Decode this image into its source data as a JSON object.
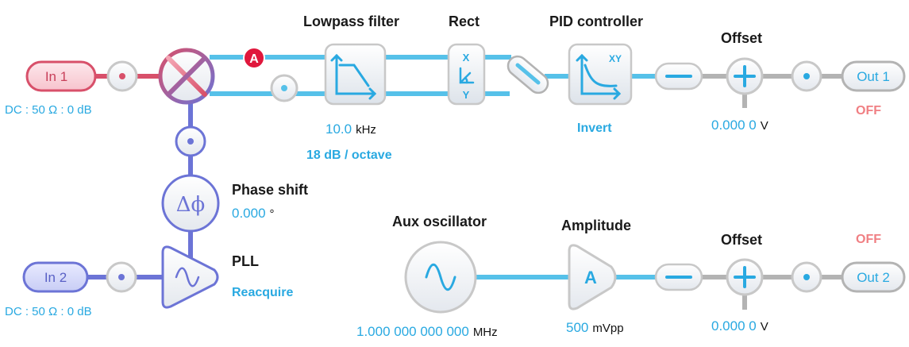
{
  "inputs": {
    "in1": {
      "label": "In 1",
      "info": "DC : 50 Ω : 0 dB"
    },
    "in2": {
      "label": "In 2",
      "info": "DC : 50 Ω : 0 dB"
    }
  },
  "mixer": {
    "badge": "A"
  },
  "lowpass": {
    "title": "Lowpass filter",
    "frequency": "10.0",
    "frequency_unit": "kHz",
    "slope": "18 dB / octave"
  },
  "rect": {
    "title": "Rect",
    "x_label": "X",
    "y_label": "Y"
  },
  "pid": {
    "title": "PID controller",
    "xy_label": "XY",
    "mode": "Invert"
  },
  "offset1": {
    "title": "Offset",
    "value": "0.000 0",
    "unit": "V"
  },
  "out1": {
    "label": "Out 1",
    "state": "OFF"
  },
  "phase": {
    "title": "Phase shift",
    "value": "0.000",
    "unit": "°",
    "symbol": "Δϕ"
  },
  "pll": {
    "title": "PLL",
    "action": "Reacquire"
  },
  "aux": {
    "title": "Aux oscillator",
    "value": "1.000 000 000 000",
    "unit": "MHz"
  },
  "amplitude": {
    "title": "Amplitude",
    "symbol": "A",
    "value": "500",
    "unit": "mVpp"
  },
  "offset2": {
    "title": "Offset",
    "value": "0.000 0",
    "unit": "V"
  },
  "out2": {
    "label": "Out 2",
    "state": "OFF"
  },
  "colors": {
    "wire": "#56c1e9",
    "in1": "#d8506a",
    "in2": "#6c74d6",
    "accent": "#29a9e1",
    "off": "#f07f83",
    "node_border": "#c8c8c8",
    "badge": "#e0173c"
  }
}
